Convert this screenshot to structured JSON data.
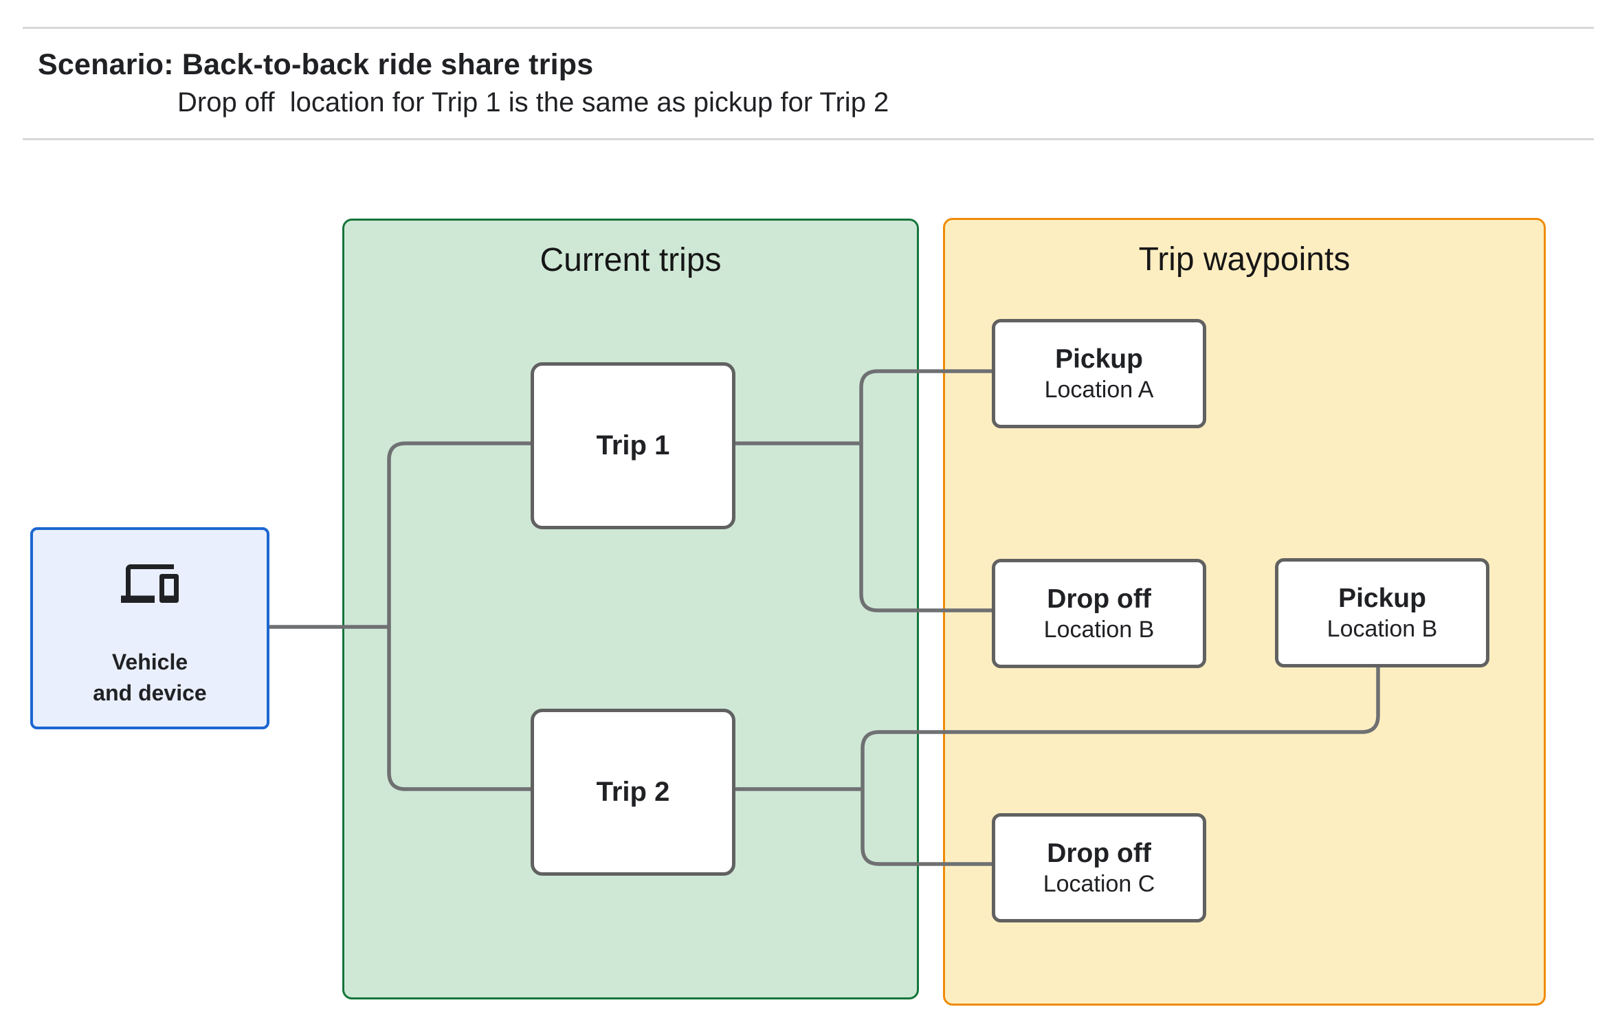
{
  "header": {
    "title": "Scenario: Back-to-back ride share trips",
    "subtitle": "Drop off  location for Trip 1 is the same as pickup for Trip 2"
  },
  "vehicle": {
    "line1": "Vehicle",
    "line2": "and device",
    "icon": "devices-icon"
  },
  "groups": {
    "current_trips": "Current trips",
    "trip_waypoints": "Trip waypoints"
  },
  "trips": [
    {
      "label": "Trip 1"
    },
    {
      "label": "Trip 2"
    }
  ],
  "waypoints": [
    {
      "type": "Pickup",
      "location": "Location A"
    },
    {
      "type": "Drop off",
      "location": "Location B"
    },
    {
      "type": "Pickup",
      "location": "Location B"
    },
    {
      "type": "Drop off",
      "location": "Location C"
    }
  ],
  "colors": {
    "blue-border": "#1b67d0",
    "blue-fill": "#e9effc",
    "green-border": "#15753a",
    "green-fill": "#cfe8d6",
    "orange-border": "#ef8b05",
    "orange-fill": "#fdeec1",
    "line": "#6f7072",
    "node-border": "#616161",
    "divider": "#d8d8d8",
    "text": "#202124"
  }
}
